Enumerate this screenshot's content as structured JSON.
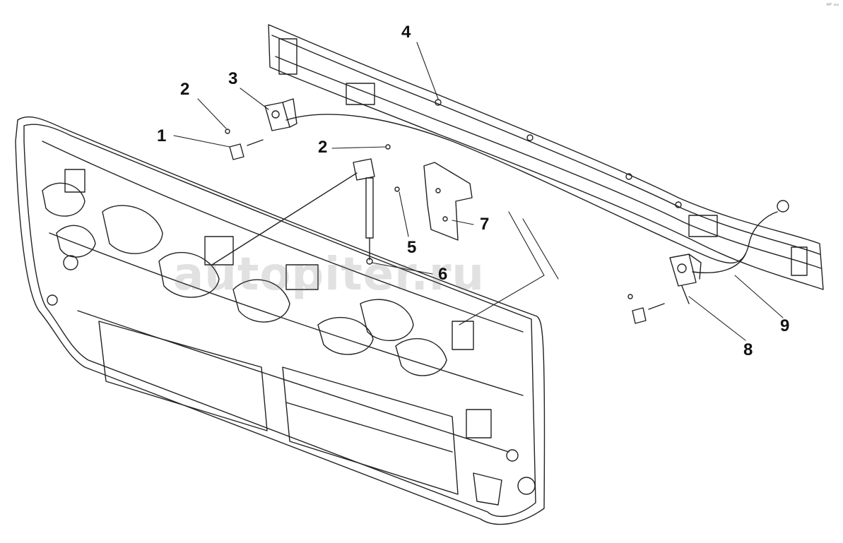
{
  "watermark": "autopiter.ru",
  "corner_mark": "ᴬᴾ ᵘᵘ",
  "callouts": {
    "c1": "1",
    "c2a": "2",
    "c2b": "2",
    "c3": "3",
    "c4": "4",
    "c5": "5",
    "c6": "6",
    "c7": "7",
    "c8": "8",
    "c9": "9"
  },
  "colors": {
    "line": "#222222",
    "background": "#ffffff",
    "watermark": "#787878"
  }
}
